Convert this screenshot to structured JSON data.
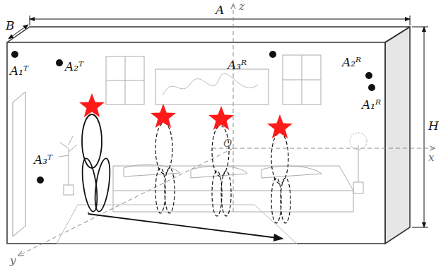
{
  "diagram": {
    "labels": [
      "z",
      "A",
      "B",
      "A₁ᵀ",
      "A₂ᵀ",
      "A₃ᴿ",
      "A₂ᴿ",
      "A₁ᴿ",
      "H",
      "O",
      "x",
      "A₃ᵀ",
      "y"
    ]
  }
}
